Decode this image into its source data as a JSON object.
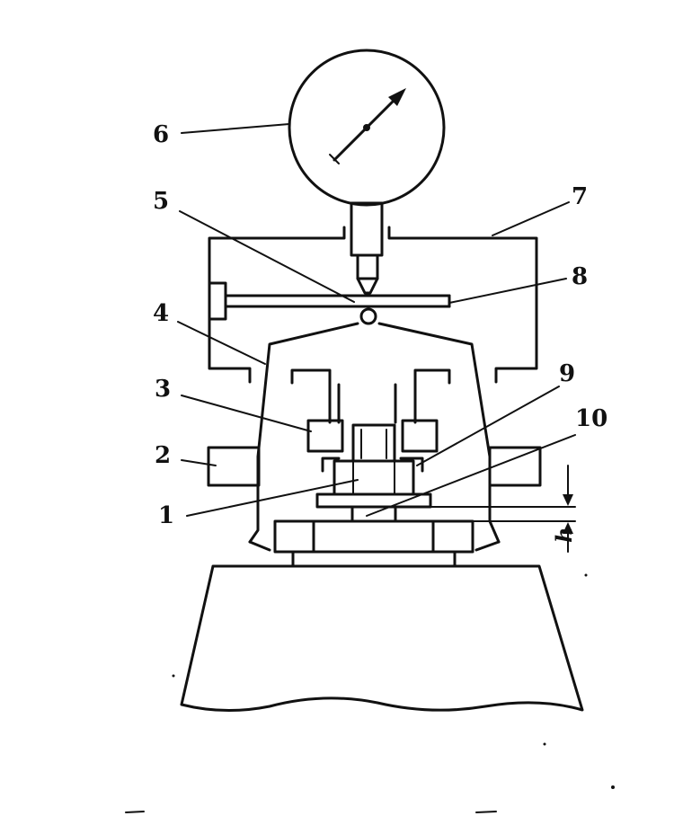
{
  "colors": {
    "ink": "#111111",
    "paper": "#ffffff"
  },
  "callouts": {
    "c1": "1",
    "c2": "2",
    "c3": "3",
    "c4": "4",
    "c5": "5",
    "c6": "6",
    "c7": "7",
    "c8": "8",
    "c9": "9",
    "c10": "10",
    "dim_h": "h"
  }
}
